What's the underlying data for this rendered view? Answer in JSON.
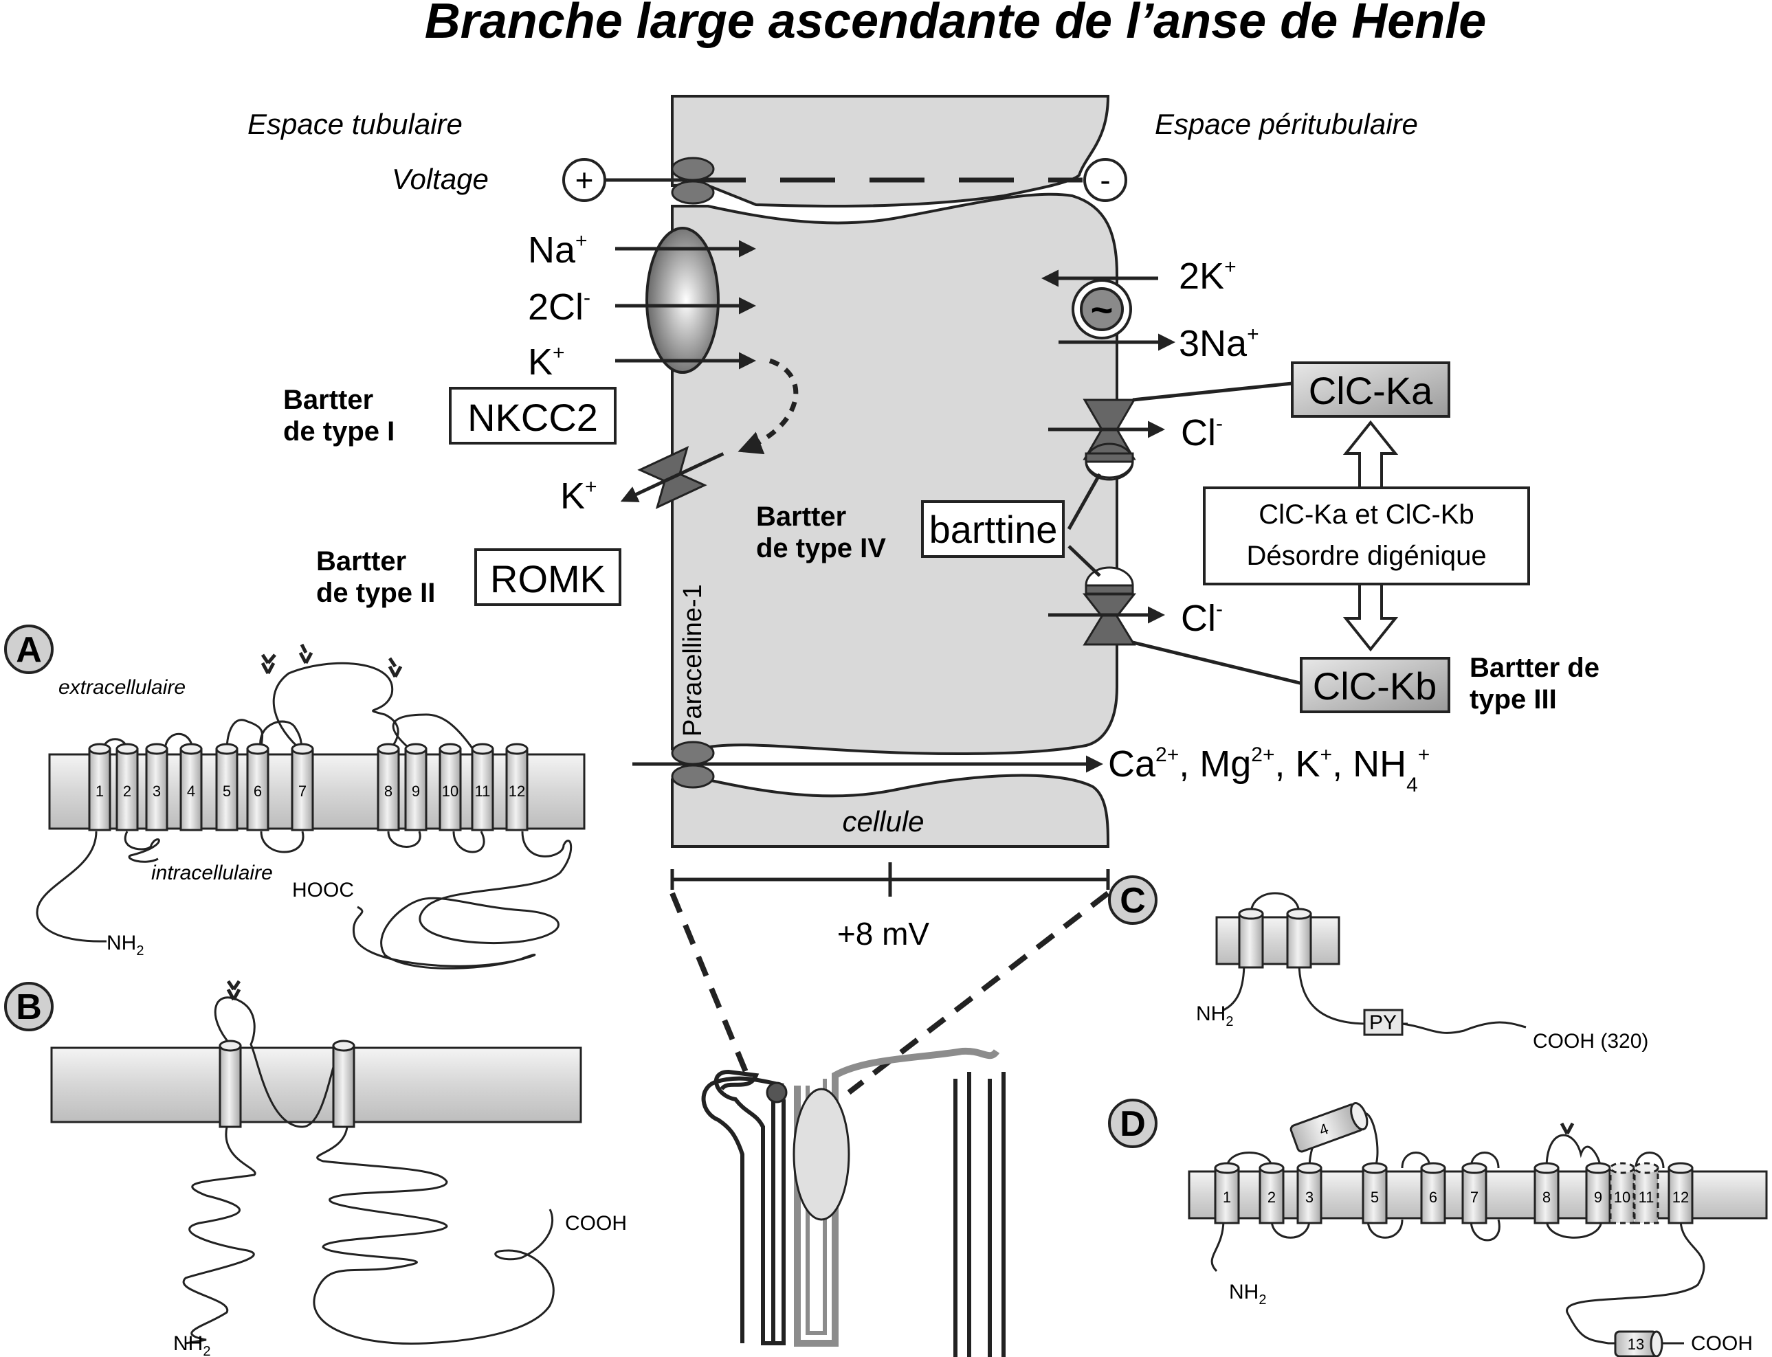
{
  "title": "Branche large ascendante de l’anse de Henle",
  "cell": {
    "lumen_label": "Espace tubulaire",
    "blood_label": "Espace péritubulaire",
    "voltage_label": "Voltage",
    "plus_sign": "+",
    "minus_sign": "-",
    "cell_label": "cellule",
    "paracellin_label": "Paracelline-1",
    "potential_label": "+8 mV"
  },
  "ions": {
    "na": "Na",
    "na_sup": "+",
    "cl2": "2Cl",
    "cl2_sup": "-",
    "k1": "K",
    "k1_sup": "+",
    "k_out": "K",
    "k_out_sup": "+",
    "k2": "2K",
    "k2_sup": "+",
    "na3": "3Na",
    "na3_sup": "+",
    "cl_a": "Cl",
    "cl_a_sup": "-",
    "cl_b": "Cl",
    "cl_b_sup": "-",
    "para_ca": "Ca",
    "para_ca_sup": "2+",
    "para_mg": ", Mg",
    "para_mg_sup": "2+",
    "para_k": ", K",
    "para_k_sup": "+",
    "para_nh": ", NH",
    "para_nh_sub": "4",
    "para_nh_sup": "+"
  },
  "pump_symbol": "~",
  "transporters": {
    "nkcc2": "NKCC2",
    "romk": "ROMK",
    "barttine": "barttine",
    "clcka": "ClC-Ka",
    "clckb": "ClC-Kb",
    "digenic_line1": "ClC-Ka et ClC-Kb",
    "digenic_line2": "Désordre digénique"
  },
  "bartter": {
    "t1_line1": "Bartter",
    "t1_line2": "de type I",
    "t2_line1": "Bartter",
    "t2_line2": "de type II",
    "t3_line1": "Bartter de",
    "t3_line2": "type III",
    "t4_line1": "Bartter",
    "t4_line2": "de type IV"
  },
  "panel_a": {
    "letter": "A",
    "extracellular": "extracellulaire",
    "intracellular": "intracellulaire",
    "nterm": "NH",
    "nterm_sub": "2",
    "cterm": "HOOC",
    "segments": [
      "1",
      "2",
      "3",
      "4",
      "5",
      "6",
      "7",
      "8",
      "9",
      "10",
      "11",
      "12"
    ]
  },
  "panel_b": {
    "letter": "B",
    "nterm": "NH",
    "nterm_sub": "2",
    "cterm": "COOH"
  },
  "panel_c": {
    "letter": "C",
    "nterm": "NH",
    "nterm_sub": "2",
    "motif": "PY",
    "cterm": "COOH (320)"
  },
  "panel_d": {
    "letter": "D",
    "nterm": "NH",
    "nterm_sub": "2",
    "cterm": "COOH",
    "segments": [
      "1",
      "2",
      "3",
      "5",
      "6",
      "7",
      "8",
      "9",
      "10",
      "11",
      "12"
    ],
    "seg4": "4",
    "seg13": "13"
  },
  "colors": {
    "cell_fill": "#d9d9d9",
    "nephron_gray": "#8c8c8c",
    "dark": "#222222"
  }
}
